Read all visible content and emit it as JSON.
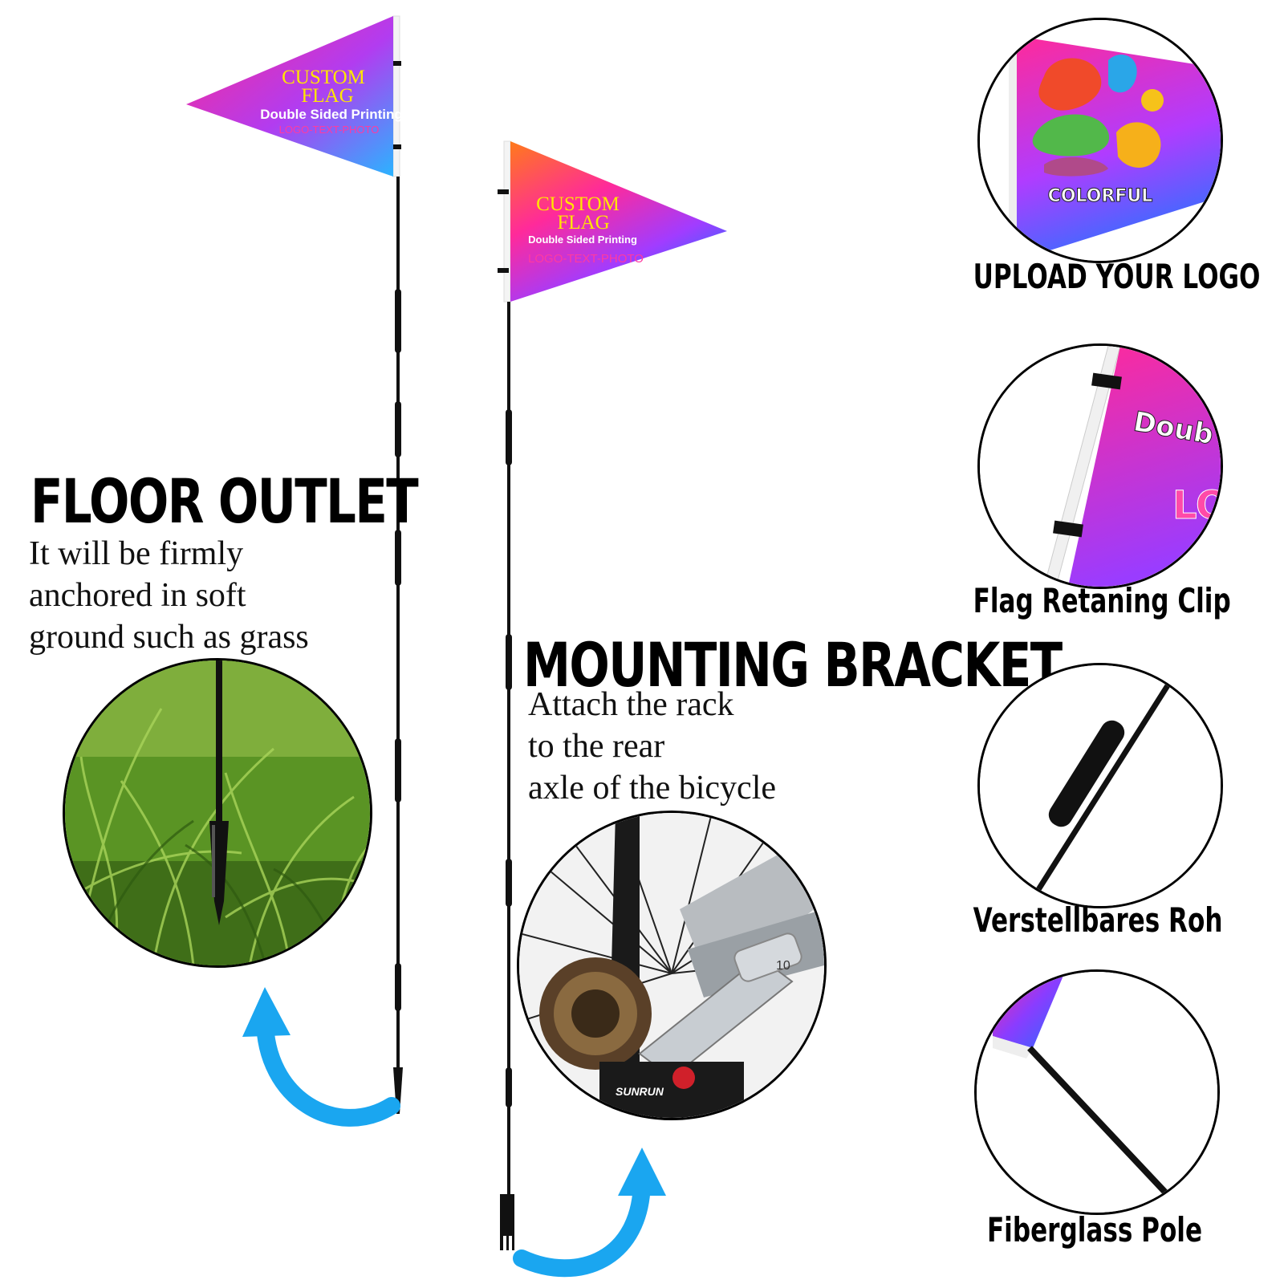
{
  "left_flag": {
    "line1": "CUSTOM",
    "line2": "FLAG",
    "line3": "Double Sided Printing",
    "line4": "LOGO-TEXT-PHOTO"
  },
  "right_flag": {
    "line1": "CUSTOM",
    "line2": "FLAG",
    "line3": "Double Sided Printing",
    "line4": "LOGO-TEXT-PHOTO"
  },
  "floor_outlet": {
    "title": "FLOOR OUTLET",
    "lines": [
      "It will be firmly",
      "anchored in soft",
      "ground such as grass"
    ]
  },
  "mounting_bracket": {
    "title": "MOUNTING BRACKET",
    "lines": [
      "Attach the rack",
      "to the rear",
      "axle of the bicycle"
    ],
    "hub_label": "SUNRUN",
    "wrench_size": "10"
  },
  "features": [
    {
      "caption": "UPLOAD YOUR LOGO",
      "badge": "COLORFUL"
    },
    {
      "caption": "Flag Retaning Clip",
      "crop_text_1": "Doub",
      "crop_text_2": "LO"
    },
    {
      "caption": "Verstellbares Roh"
    },
    {
      "caption": "Fiberglass Pole"
    }
  ],
  "colors": {
    "flag_pink": "#ff2aa0",
    "flag_violet": "#a040ff",
    "flag_blue": "#2a7cff",
    "flag_orange": "#ff7a1a",
    "flag_text_yellow": "#ffe600",
    "arrow_blue": "#1aa6f0",
    "grass_green": "#4e8a1e"
  }
}
